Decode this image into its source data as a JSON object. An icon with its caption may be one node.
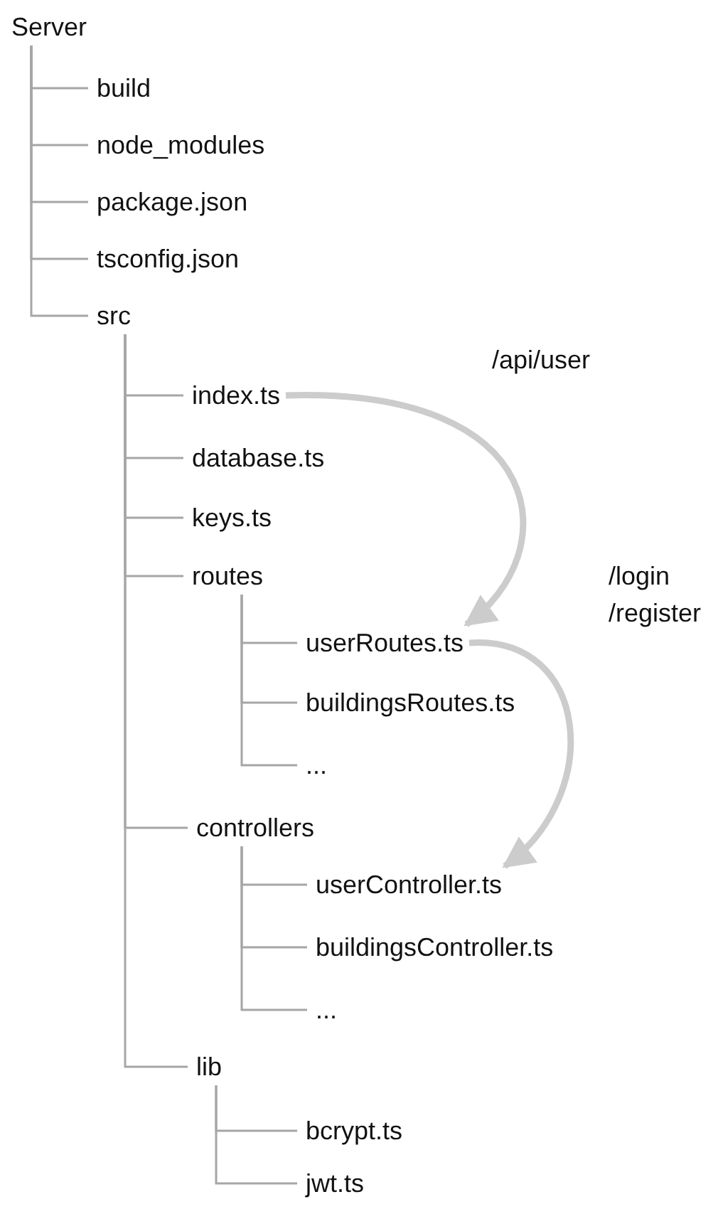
{
  "diagram": {
    "nodes": [
      {
        "text": [
          "Server"
        ]
      },
      {
        "text": [
          "build"
        ]
      },
      {
        "text": [
          "node_modules"
        ]
      },
      {
        "text": [
          "package.json"
        ]
      },
      {
        "text": [
          "tsconfig.json"
        ]
      },
      {
        "text": [
          "src"
        ]
      },
      {
        "text": [
          "index.ts"
        ]
      },
      {
        "text": [
          "database.ts"
        ]
      },
      {
        "text": [
          "keys.ts"
        ]
      },
      {
        "text": [
          "routes"
        ]
      },
      {
        "text": [
          "userRoutes.ts"
        ]
      },
      {
        "text": [
          "buildingsRoutes.ts"
        ]
      },
      {
        "text": [
          "..."
        ]
      },
      {
        "text": [
          "controllers"
        ]
      },
      {
        "text": [
          "userController.ts"
        ]
      },
      {
        "text": [
          "buildingsController.ts"
        ]
      },
      {
        "text": [
          "..."
        ]
      },
      {
        "text": [
          "lib"
        ]
      },
      {
        "text": [
          "bcrypt.ts"
        ]
      },
      {
        "text": [
          "jwt.ts"
        ]
      }
    ],
    "edges": [
      {
        "from": 0,
        "to": 1,
        "arrow": "none"
      },
      {
        "from": 0,
        "to": 2,
        "arrow": "none"
      },
      {
        "from": 0,
        "to": 3,
        "arrow": "none"
      },
      {
        "from": 0,
        "to": 4,
        "arrow": "none"
      },
      {
        "from": 0,
        "to": 5,
        "arrow": "none"
      },
      {
        "from": 5,
        "to": 6,
        "arrow": "none"
      },
      {
        "from": 5,
        "to": 7,
        "arrow": "none"
      },
      {
        "from": 5,
        "to": 8,
        "arrow": "none"
      },
      {
        "from": 5,
        "to": 9,
        "arrow": "none"
      },
      {
        "from": 5,
        "to": 13,
        "arrow": "none"
      },
      {
        "from": 5,
        "to": 17,
        "arrow": "none"
      },
      {
        "from": 9,
        "to": 10,
        "arrow": "none"
      },
      {
        "from": 9,
        "to": 11,
        "arrow": "none"
      },
      {
        "from": 9,
        "to": 12,
        "arrow": "none"
      },
      {
        "from": 13,
        "to": 14,
        "arrow": "none"
      },
      {
        "from": 13,
        "to": 15,
        "arrow": "none"
      },
      {
        "from": 13,
        "to": 16,
        "arrow": "none"
      },
      {
        "from": 17,
        "to": 18,
        "arrow": "none"
      },
      {
        "from": 17,
        "to": 19,
        "arrow": "none"
      },
      {
        "from": 6,
        "to": 10,
        "arrow": "to",
        "label": "/api/user",
        "style": "thick",
        "color": "#cccccc"
      },
      {
        "from": 10,
        "to": 14,
        "arrow": "to",
        "label": "/login /register",
        "style": "thick",
        "color": "#cccccc"
      }
    ]
  }
}
